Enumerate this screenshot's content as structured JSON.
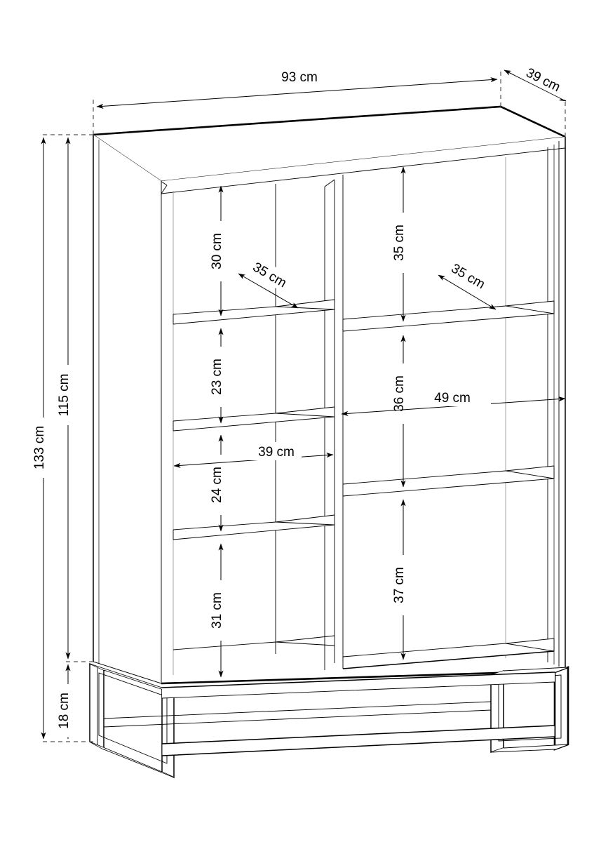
{
  "drawing": {
    "title": "Cabinet technical dimension drawing",
    "unit": "cm",
    "line_color": "#000000",
    "background_color": "#ffffff",
    "dimension_dash_color": "#555555"
  },
  "dimensions": {
    "overall": {
      "width": "93 cm",
      "depth": "39 cm",
      "total_height": "133 cm",
      "body_height": "115 cm",
      "leg_height": "18 cm"
    },
    "left_column": {
      "width": "39 cm",
      "shelf_depth": "35 cm",
      "compartment_1_height": "30 cm",
      "compartment_2_height": "23 cm",
      "compartment_3_height": "24 cm",
      "compartment_4_height": "31 cm"
    },
    "right_column": {
      "width": "49 cm",
      "shelf_depth": "35 cm",
      "compartment_1_height": "35 cm",
      "compartment_2_height": "36 cm",
      "compartment_3_height": "37 cm"
    }
  },
  "labels": {
    "width_93": "93 cm",
    "depth_39": "39 cm",
    "height_133": "133 cm",
    "height_115": "115 cm",
    "height_18": "18 cm",
    "left_c1": "30 cm",
    "left_shelf_depth": "35 cm",
    "left_c2": "23 cm",
    "left_width": "39 cm",
    "left_c3": "24 cm",
    "left_c4": "31 cm",
    "right_c1": "35 cm",
    "right_shelf_depth": "35 cm",
    "right_c2": "36 cm",
    "right_width": "49 cm",
    "right_c3": "37 cm"
  }
}
